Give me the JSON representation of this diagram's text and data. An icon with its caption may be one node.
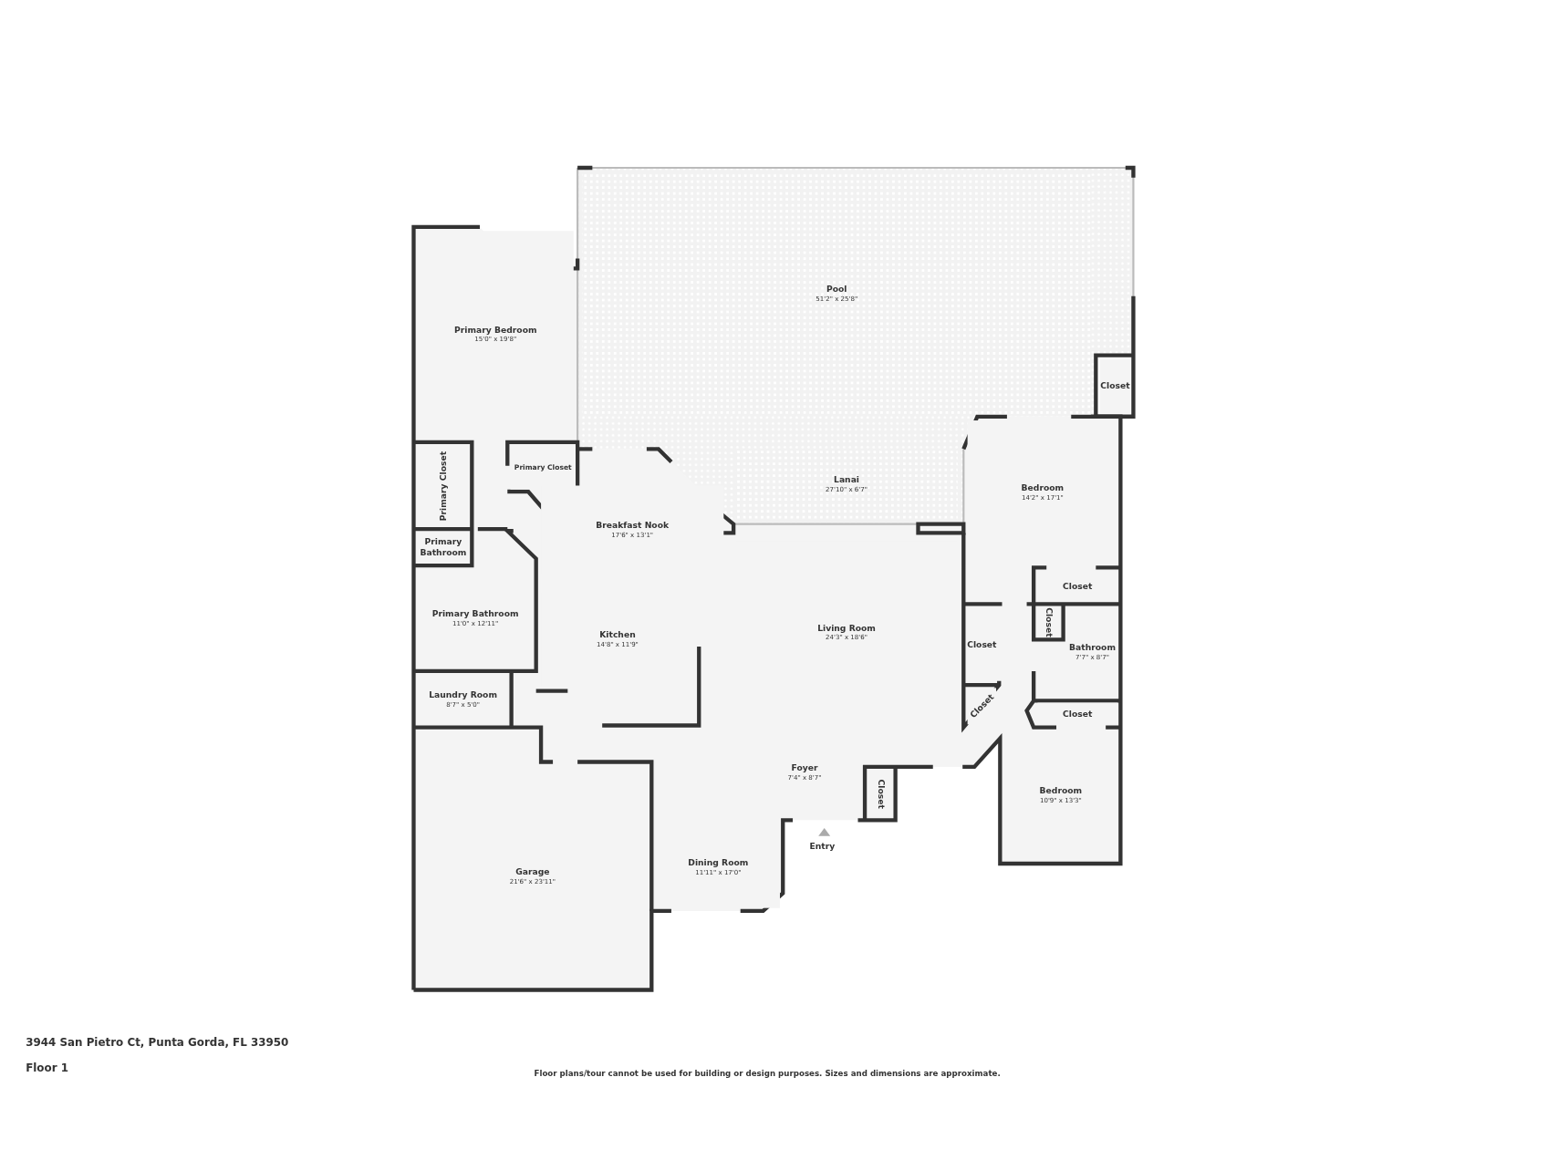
{
  "diagram": {
    "nodes": [
      {
        "text": [
          "Pool",
          "51'2\" x 25'8\""
        ]
      },
      {
        "text": [
          "Primary Bedroom",
          "15'0\" x 19'8\""
        ]
      },
      {
        "text": [
          "Closet"
        ]
      },
      {
        "text": [
          "Primary Closet"
        ]
      },
      {
        "text": [
          "Primary Closet"
        ]
      },
      {
        "text": [
          "Lanai",
          "27'10\" x 6'7\""
        ]
      },
      {
        "text": [
          "Breakfast Nook",
          "17'6\" x 13'1\""
        ]
      },
      {
        "text": [
          "Bedroom",
          "14'2\" x 17'1\""
        ]
      },
      {
        "text": [
          "Primary Bathroom"
        ]
      },
      {
        "text": [
          "Closet"
        ]
      },
      {
        "text": [
          "Living Room",
          "24'3\" x 18'6\""
        ]
      },
      {
        "text": [
          "Primary Bathroom",
          "11'0\" x 12'11\""
        ]
      },
      {
        "text": [
          "Closet"
        ]
      },
      {
        "text": [
          "Kitchen",
          "14'8\" x 11'9\""
        ]
      },
      {
        "text": [
          "Closet"
        ]
      },
      {
        "text": [
          "Bathroom",
          "7'7\" x 8'7\""
        ]
      },
      {
        "text": [
          "Laundry Room",
          "8'7\" x 5'0\""
        ]
      },
      {
        "text": [
          "Closet"
        ]
      },
      {
        "text": [
          "Closet"
        ]
      },
      {
        "text": [
          "Foyer",
          "7'4\" x 8'7\""
        ]
      },
      {
        "text": [
          "Closet"
        ]
      },
      {
        "text": [
          "Bedroom",
          "10'9\" x 13'3\""
        ]
      },
      {
        "text": [
          "Garage",
          "21'6\" x 23'11\""
        ]
      },
      {
        "text": [
          "Dining Room",
          "11'11\" x 17'0\""
        ]
      }
    ],
    "labels": [
      "Entry",
      "3944 San Pietro Ct, Punta Gorda, FL 33950",
      "Floor 1",
      "Floor plans/tour cannot be used for building or design purposes. Sizes and dimensions are approximate."
    ]
  }
}
